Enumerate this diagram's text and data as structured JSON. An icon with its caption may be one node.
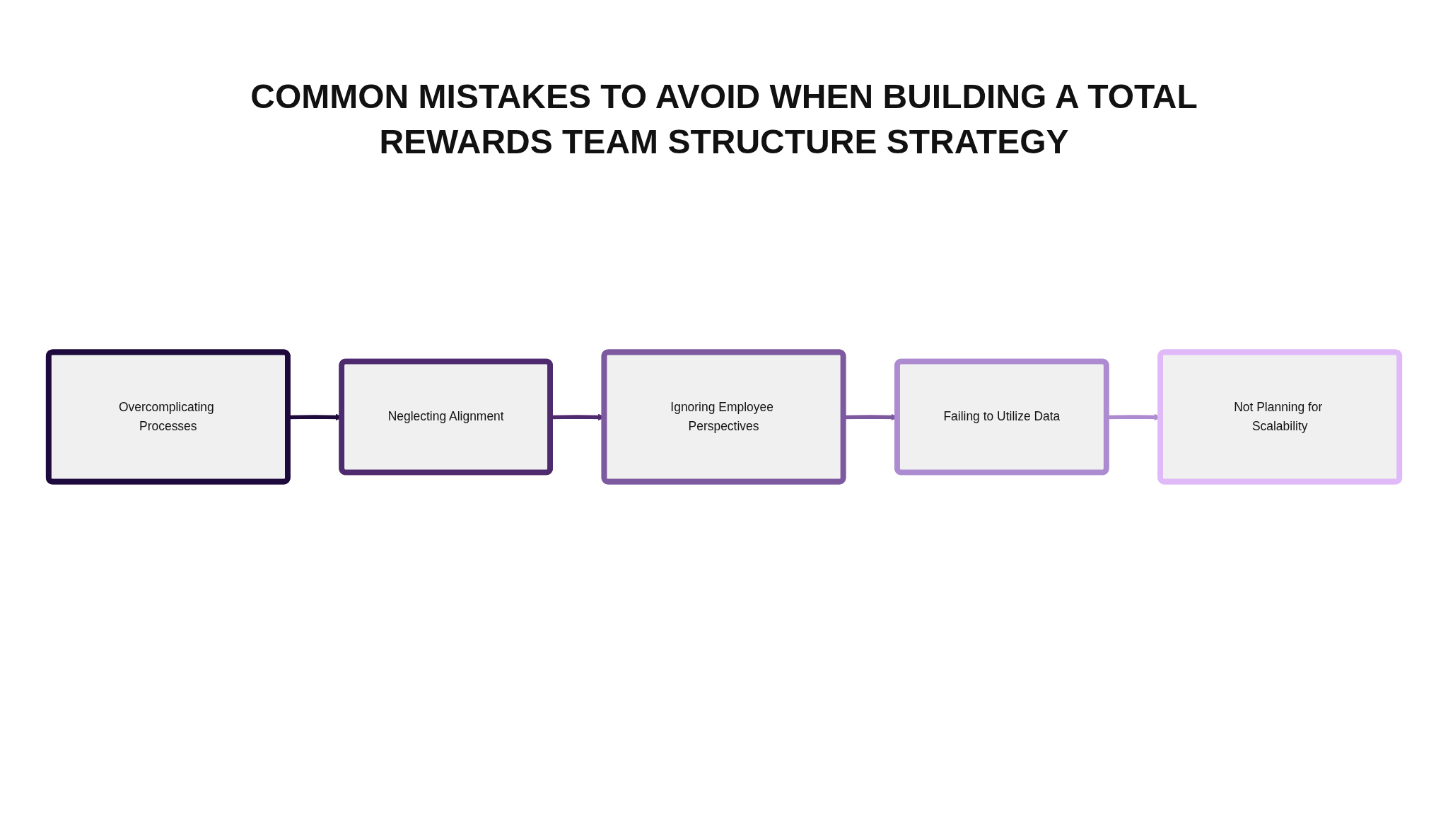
{
  "diagram": {
    "title": "COMMON MISTAKES TO AVOID WHEN BUILDING A TOTAL REWARDS TEAM STRUCTURE STRATEGY",
    "nodes": [
      {
        "text": [
          "Overcomplicating Processes"
        ]
      },
      {
        "text": [
          "Neglecting Alignment"
        ]
      },
      {
        "text": [
          "Ignoring Employee Perspectives"
        ]
      },
      {
        "text": [
          "Failing to Utilize Data"
        ]
      },
      {
        "text": [
          "Not Planning for Scalability"
        ]
      }
    ],
    "edges": [
      {
        "from": 0,
        "to": 1,
        "arrow": "to",
        "color": "#1e0a3c"
      },
      {
        "from": 1,
        "to": 2,
        "arrow": "to",
        "color": "#4e2a6e"
      },
      {
        "from": 2,
        "to": 3,
        "arrow": "to",
        "color": "#7d5aa0"
      },
      {
        "from": 3,
        "to": 4,
        "arrow": "to",
        "color": "#ad8bd0"
      }
    ]
  }
}
